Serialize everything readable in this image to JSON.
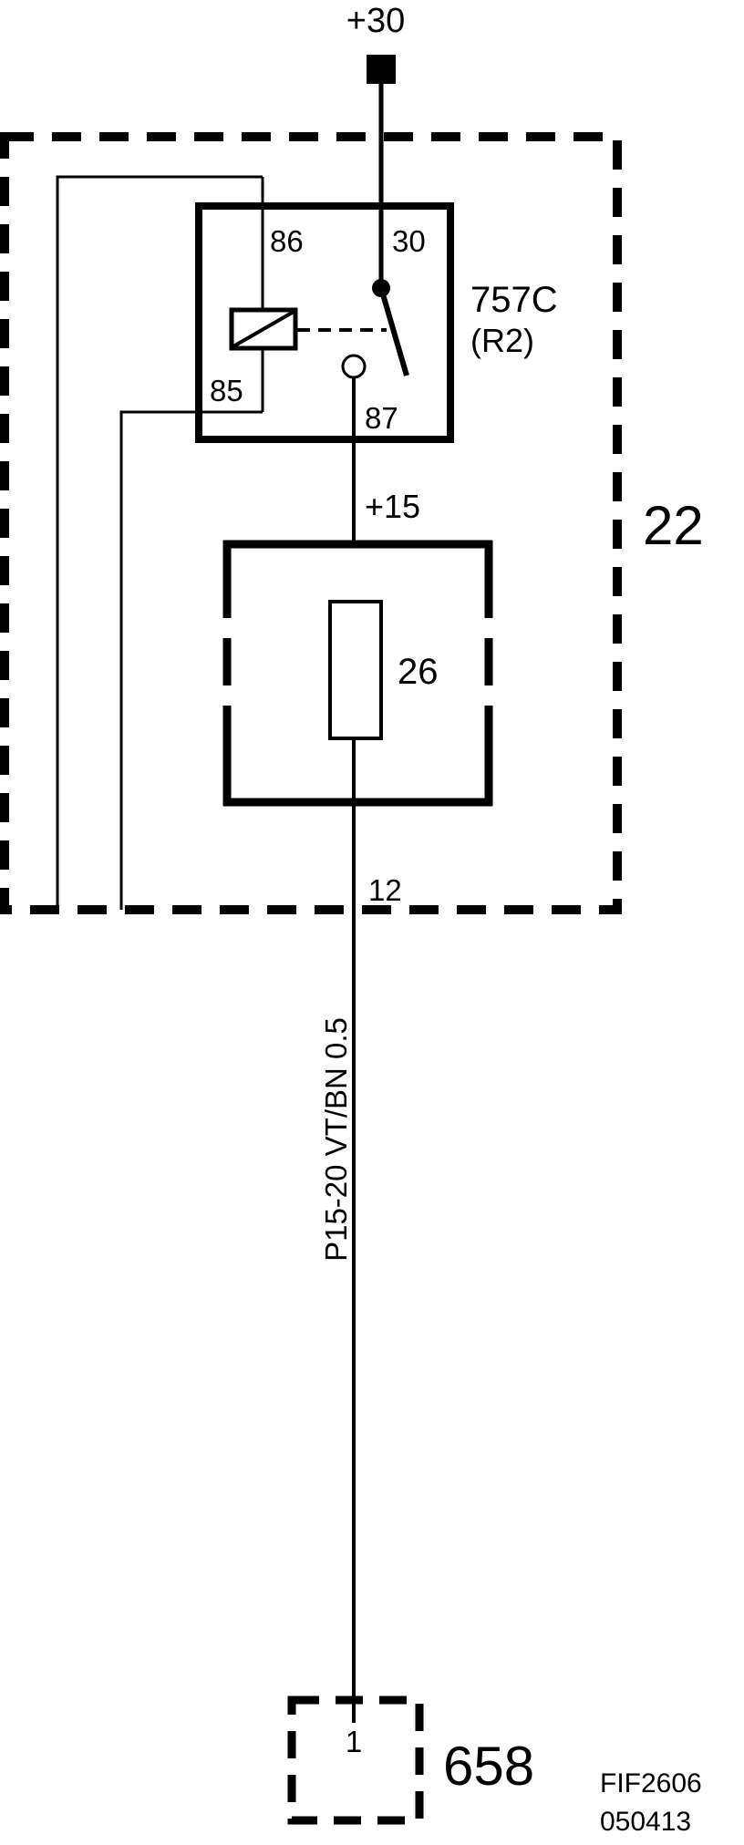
{
  "diagram": {
    "supply_top": "+30",
    "module": {
      "number": "22"
    },
    "relay": {
      "id": "757C",
      "position": "(R2)",
      "pin_86": "86",
      "pin_85": "85",
      "pin_30": "30",
      "pin_87": "87"
    },
    "fuse": {
      "number": "26",
      "supply_label": "+15"
    },
    "module_pin_out": "12",
    "wire": {
      "label": "P15-20  VT/BN  0.5"
    },
    "connector": {
      "number": "658",
      "pin": "1"
    },
    "figure_ref": {
      "code": "FIF2606",
      "date": "050413"
    }
  }
}
